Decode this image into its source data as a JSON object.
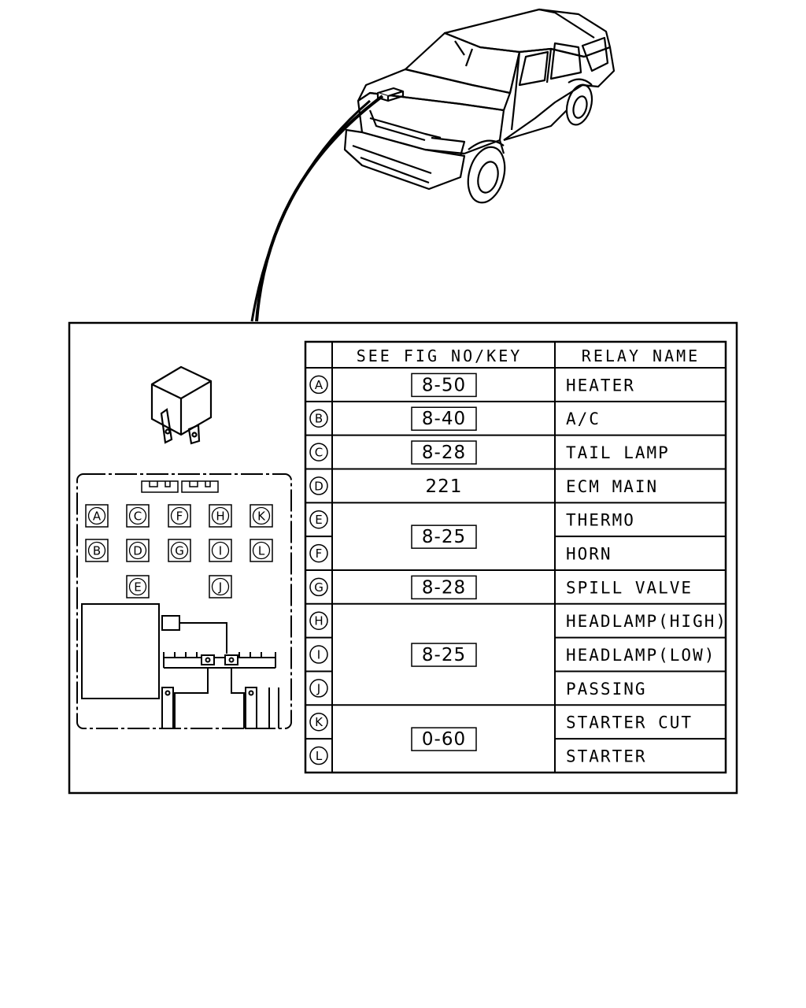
{
  "table": {
    "header_fig": "SEE FIG NO/KEY",
    "header_name": "RELAY NAME",
    "rows": [
      {
        "key": "A",
        "name": "HEATER"
      },
      {
        "key": "B",
        "name": "A/C"
      },
      {
        "key": "C",
        "name": "TAIL LAMP"
      },
      {
        "key": "D",
        "name": "ECM MAIN"
      },
      {
        "key": "E",
        "name": "THERMO"
      },
      {
        "key": "F",
        "name": "HORN"
      },
      {
        "key": "G",
        "name": "SPILL VALVE"
      },
      {
        "key": "H",
        "name": "HEADLAMP(HIGH)"
      },
      {
        "key": "I",
        "name": "HEADLAMP(LOW)"
      },
      {
        "key": "J",
        "name": "PASSING"
      },
      {
        "key": "K",
        "name": "STARTER CUT"
      },
      {
        "key": "L",
        "name": "STARTER"
      }
    ],
    "figs": [
      {
        "text": "8-50",
        "boxed": true
      },
      {
        "text": "8-40",
        "boxed": true
      },
      {
        "text": "8-28",
        "boxed": true
      },
      {
        "text": "221",
        "boxed": false
      },
      {
        "text": "8-25",
        "boxed": true
      },
      {
        "text": "8-28",
        "boxed": true
      },
      {
        "text": "8-25",
        "boxed": true
      },
      {
        "text": "0-60",
        "boxed": true
      }
    ]
  },
  "relay_box": {
    "slots_row1": [
      "A",
      "C",
      "F",
      "H",
      "K"
    ],
    "slots_row2": [
      "B",
      "D",
      "G",
      "I",
      "L"
    ],
    "slots_row3": [
      "E",
      "J"
    ]
  }
}
